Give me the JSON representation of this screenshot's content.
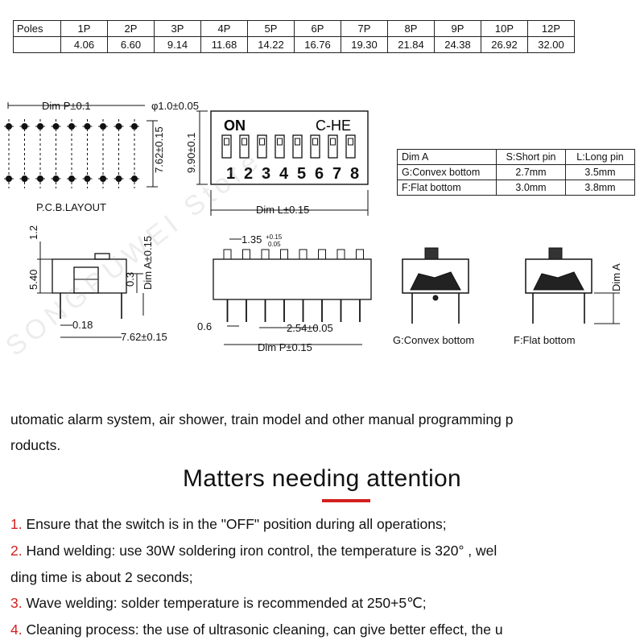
{
  "poles_table": {
    "header_label": "Poles",
    "poles": [
      "1P",
      "2P",
      "3P",
      "4P",
      "5P",
      "6P",
      "7P",
      "8P",
      "9P",
      "10P",
      "12P"
    ],
    "values": [
      "4.06",
      "6.60",
      "9.14",
      "11.68",
      "14.22",
      "16.76",
      "19.30",
      "21.84",
      "24.38",
      "26.92",
      "32.00"
    ]
  },
  "dim_a_table": {
    "header": [
      "Dim A",
      "S:Short pin",
      "L:Long pin"
    ],
    "rows": [
      [
        "G:Convex bottom",
        "2.7mm",
        "3.5mm"
      ],
      [
        "F:Flat bottom",
        "3.0mm",
        "3.8mm"
      ]
    ]
  },
  "drawing": {
    "dim_p": "Dim P±0.1",
    "hole": "φ1.0±0.05",
    "pitch_v": "7.62±0.15",
    "pcb_layout": "P.C.B.LAYOUT",
    "on_label": "ON",
    "brand": "C-HE",
    "switch_numbers": [
      "1",
      "2",
      "3",
      "4",
      "5",
      "6",
      "7",
      "8"
    ],
    "height": "9.90±0.1",
    "dim_l": "Dim L±0.15",
    "side_1_2": "1.2",
    "side_5_40": "5.40",
    "side_0_3": "0.3",
    "dim_a": "Dim A±0.15",
    "side_0_18": "0.18",
    "side_7_62": "7.62±0.15",
    "pin_1_35": "1.35",
    "pin_tol_plus": "+0.15",
    "pin_tol_minus": "0.05",
    "pin_0_6": "0.6",
    "pitch_2_54": "2.54±0.05",
    "dim_p2": "Dim P±0.15",
    "cross_dim_a": "Dim A",
    "convex_label": "G:Convex bottom",
    "flat_label": "F:Flat bottom"
  },
  "watermark": "SONGPUWEI Store",
  "intro": {
    "line1": "utomatic alarm system, air shower, train model and other manual programming p",
    "line2": "roducts."
  },
  "attention": {
    "title": "Matters needing attention",
    "items": [
      {
        "num": "1.",
        "text": "Ensure that the switch is in the \"OFF\" position during all operations;"
      },
      {
        "num": "2.",
        "text": "Hand welding: use 30W soldering iron control, the temperature is 320° , wel"
      },
      {
        "num": "",
        "text": "ding time is about 2 seconds;"
      },
      {
        "num": "3.",
        "text": "Wave welding: solder temperature is recommended at 250+5℃;"
      },
      {
        "num": "4.",
        "text": "Cleaning process: the use of ultrasonic cleaning, can give better effect, the u"
      }
    ],
    "accent_color": "#d41f1f"
  }
}
